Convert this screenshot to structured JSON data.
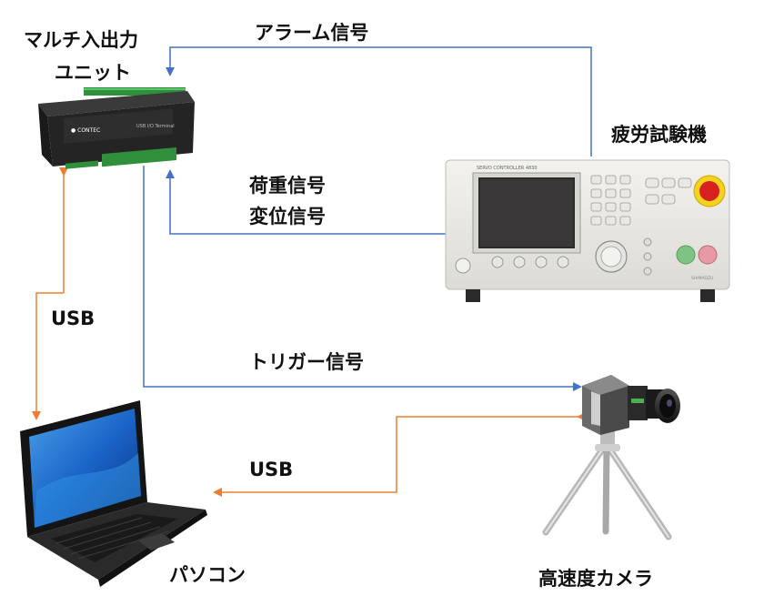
{
  "nodes": {
    "io_unit": {
      "label_line1": "マルチ入出力",
      "label_line2": "ユニット"
    },
    "fatigue_tester": {
      "label": "疲労試験機",
      "panel_text": "SERVO CONTROLLER 4830",
      "brand": "SHIMADZU"
    },
    "pc": {
      "label": "パソコン"
    },
    "camera": {
      "label": "高速度カメラ"
    }
  },
  "edges": {
    "alarm": {
      "label": "アラーム信号"
    },
    "load": {
      "label": "荷重信号"
    },
    "displacement": {
      "label": "変位信号"
    },
    "trigger": {
      "label": "トリガー信号"
    },
    "usb_pc_io": {
      "label": "USB"
    },
    "usb_camera_pc": {
      "label": "USB"
    }
  },
  "colors": {
    "signal": "#4472c4",
    "usb": "#ed7d31"
  }
}
